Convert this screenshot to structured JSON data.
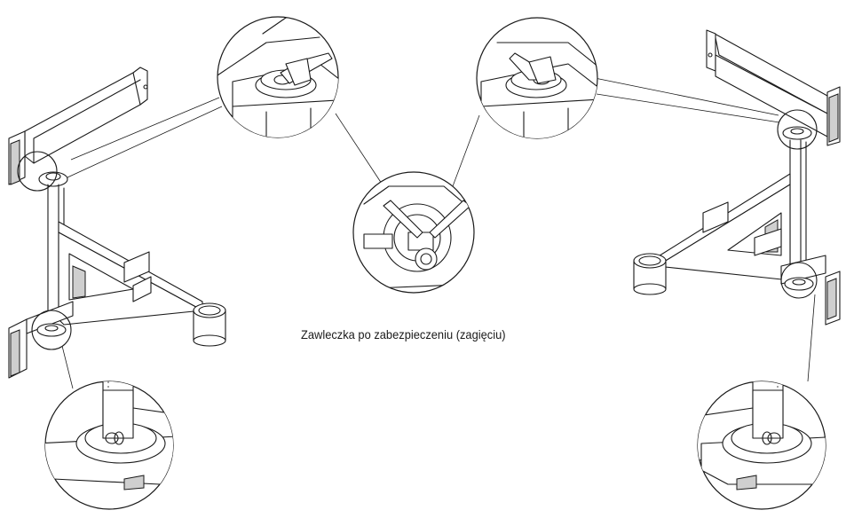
{
  "caption": "Zawleczka po zabezpieczeniu (zagięciu)",
  "icons": [
    "left-bracket-assembly",
    "right-bracket-assembly",
    "cotter-pin-detail"
  ]
}
